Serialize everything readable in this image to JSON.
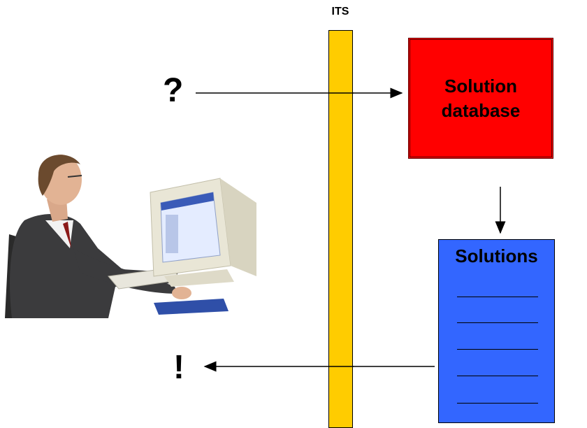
{
  "its": {
    "label": "ITS",
    "color": "#ffcc00"
  },
  "query": {
    "symbol": "?"
  },
  "result": {
    "symbol": "!"
  },
  "solution_database": {
    "label": "Solution\ndatabase",
    "color": "#ff0000"
  },
  "solutions": {
    "label": "Solutions",
    "color": "#3366ff",
    "line_count": 5
  },
  "person": {
    "description_icon": "person-at-computer-icon"
  }
}
